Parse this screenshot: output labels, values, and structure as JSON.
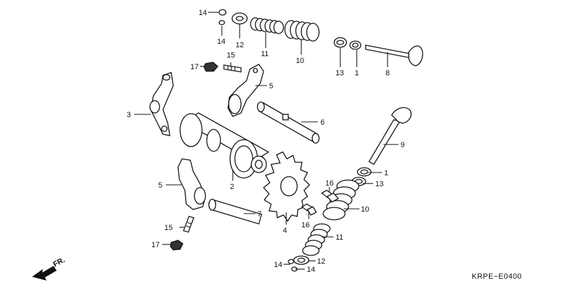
{
  "labels": {
    "l1a": "1",
    "l1b": "1",
    "l2": "2",
    "l3": "3",
    "l4": "4",
    "l5a": "5",
    "l5b": "5",
    "l6": "6",
    "l7": "7",
    "l8": "8",
    "l9": "9",
    "l10a": "10",
    "l10b": "10",
    "l11a": "11",
    "l11b": "11",
    "l12a": "12",
    "l12b": "12",
    "l13a": "13",
    "l13b": "13",
    "l14a": "14",
    "l14b": "14",
    "l14c": "14",
    "l14d": "14",
    "l15a": "15",
    "l15b": "15",
    "l16a": "16",
    "l16b": "16",
    "l17a": "17",
    "l17b": "17"
  },
  "front_arrow": "FR.",
  "diagram_code": "KRPE−E0400",
  "icons": [
    "front-direction-arrow-icon"
  ]
}
